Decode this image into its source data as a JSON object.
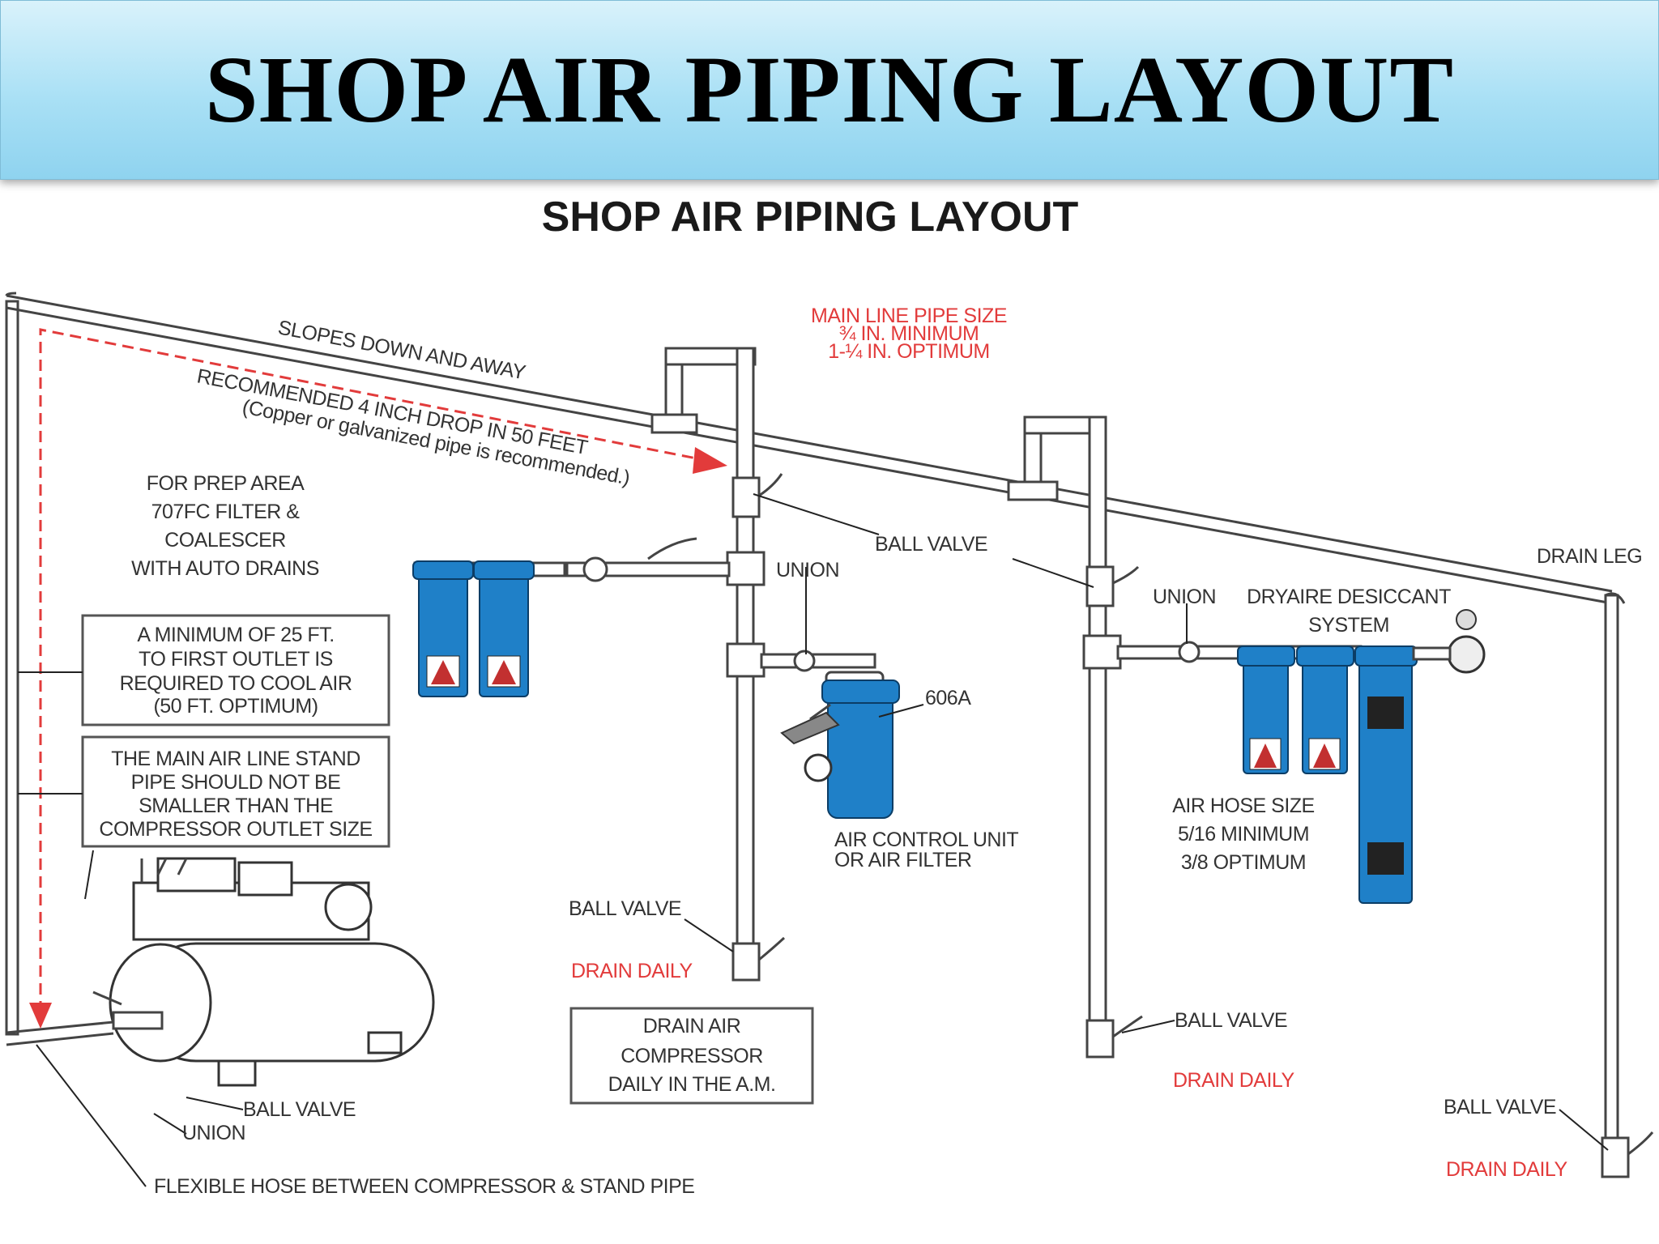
{
  "slide": {
    "title": "SHOP AIR PIPING LAYOUT"
  },
  "diagram": {
    "subtitle": "SHOP AIR PIPING LAYOUT",
    "slope_label": "SLOPES DOWN AND AWAY",
    "drop_label": "RECOMMENDED 4 INCH DROP IN 50 FEET",
    "pipe_note": "(Copper or galvanized pipe is recommended.)",
    "main_line_size": [
      "MAIN LINE PIPE SIZE",
      "¾ IN. MINIMUM",
      "1-¼ IN. OPTIMUM"
    ],
    "prep_area": [
      "FOR PREP AREA",
      "707FC FILTER &",
      "COALESCER",
      "WITH AUTO DRAINS"
    ],
    "min_25ft": [
      "A MINIMUM OF 25 FT.",
      "TO FIRST OUTLET IS",
      "REQUIRED TO COOL AIR",
      "(50 FT. OPTIMUM)"
    ],
    "standpipe": [
      "THE MAIN AIR LINE STAND",
      "PIPE SHOULD NOT BE",
      "SMALLER THAN THE",
      "COMPRESSOR OUTLET SIZE"
    ],
    "ball_valve": "BALL VALVE",
    "union": "UNION",
    "drain_leg": "DRAIN LEG",
    "dryaire": [
      "DRYAIRE DESICCANT",
      "SYSTEM"
    ],
    "model_606a": "606A",
    "air_control": [
      "AIR CONTROL UNIT",
      "OR AIR FILTER"
    ],
    "hose_size": [
      "AIR HOSE SIZE",
      "5/16 MINIMUM",
      "3/8 OPTIMUM"
    ],
    "drain_daily": "DRAIN DAILY",
    "drain_compressor": [
      "DRAIN AIR",
      "COMPRESSOR",
      "DAILY IN THE A.M."
    ],
    "flex_hose": "FLEXIBLE HOSE BETWEEN COMPRESSOR & STAND PIPE",
    "colors": {
      "filter_blue": "#1f80c8",
      "arrow_red": "#e23b3b",
      "banner_blue": "#a9e0f5"
    }
  }
}
